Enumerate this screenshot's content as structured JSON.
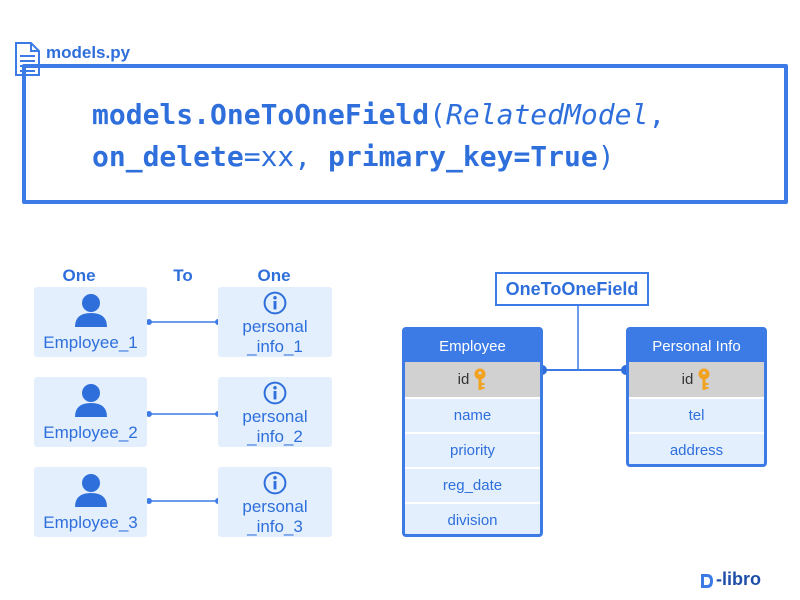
{
  "file": {
    "name": "models.py",
    "icon": "file-icon"
  },
  "code": {
    "line1": {
      "a": "models.OneToOneField",
      "b": "(",
      "c": "RelatedModel",
      "d": ","
    },
    "line2": {
      "a": "on_delete",
      "b": "=xx, ",
      "c": "primary_key=True",
      "d": ")"
    }
  },
  "mapping": {
    "headers": {
      "left": "One",
      "middle": "To",
      "right": "One"
    },
    "rows": [
      {
        "employee": "Employee_1",
        "info": [
          "personal",
          "_info_1"
        ]
      },
      {
        "employee": "Employee_2",
        "info": [
          "personal",
          "_info_2"
        ]
      },
      {
        "employee": "Employee_3",
        "info": [
          "personal",
          "_info_3"
        ]
      }
    ]
  },
  "relation_label": "OneToOneField",
  "tables": {
    "employee": {
      "title": "Employee",
      "pk": "id",
      "fields": [
        "name",
        "priority",
        "reg_date",
        "division"
      ]
    },
    "personal_info": {
      "title": "Personal Info",
      "pk": "id",
      "fields": [
        "tel",
        "address"
      ]
    }
  },
  "brand": {
    "logo": "libro",
    "icon": "d-logo-icon"
  },
  "colors": {
    "primary": "#3c7be6",
    "light_blue": "#e3effc",
    "key_orange": "#f3a21f",
    "pk_gray": "#d1d1d1"
  }
}
